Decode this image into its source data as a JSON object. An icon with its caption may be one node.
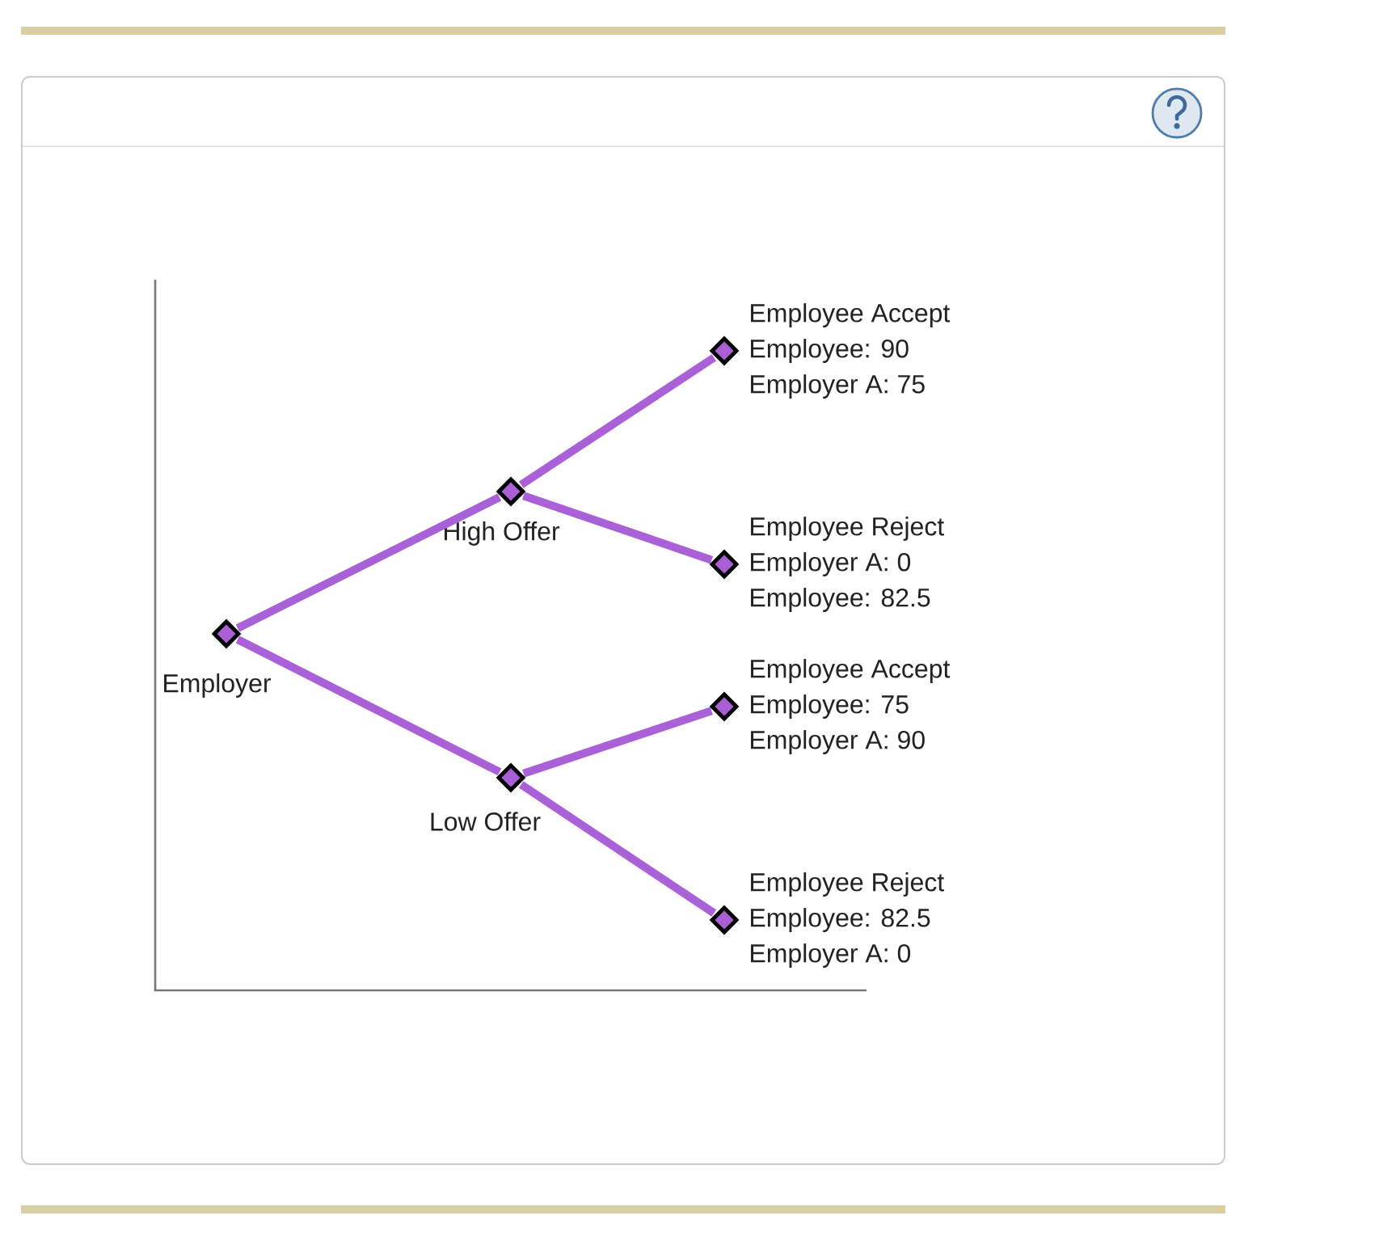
{
  "diagram": {
    "nodes": [
      {
        "text": [],
        "shape": "diamond",
        "beside": [
          "Employer"
        ]
      },
      {
        "text": [],
        "shape": "diamond",
        "beside": [
          "High Offer"
        ]
      },
      {
        "text": [],
        "shape": "diamond",
        "beside": [
          "Low Offer"
        ]
      },
      {
        "text": [],
        "shape": "diamond",
        "beside": [
          "Employee Accept",
          "Employee: 90",
          "Employer A: 75"
        ]
      },
      {
        "text": [],
        "shape": "diamond",
        "beside": [
          "Employee Reject",
          "Employer A: 0",
          "Employee: 82.5"
        ]
      },
      {
        "text": [],
        "shape": "diamond",
        "beside": [
          "Employee Accept",
          "Employee: 75",
          "Employer A: 90"
        ]
      },
      {
        "text": [],
        "shape": "diamond",
        "beside": [
          "Employee Reject",
          "Employee: 82.5",
          "Employer A: 0"
        ]
      }
    ],
    "edges": [
      {
        "from": 0,
        "to": 1,
        "arrow": "none"
      },
      {
        "from": 0,
        "to": 2,
        "arrow": "none"
      },
      {
        "from": 1,
        "to": 3,
        "arrow": "none"
      },
      {
        "from": 1,
        "to": 4,
        "arrow": "none"
      },
      {
        "from": 2,
        "to": 5,
        "arrow": "none"
      },
      {
        "from": 2,
        "to": 6,
        "arrow": "none"
      }
    ]
  }
}
